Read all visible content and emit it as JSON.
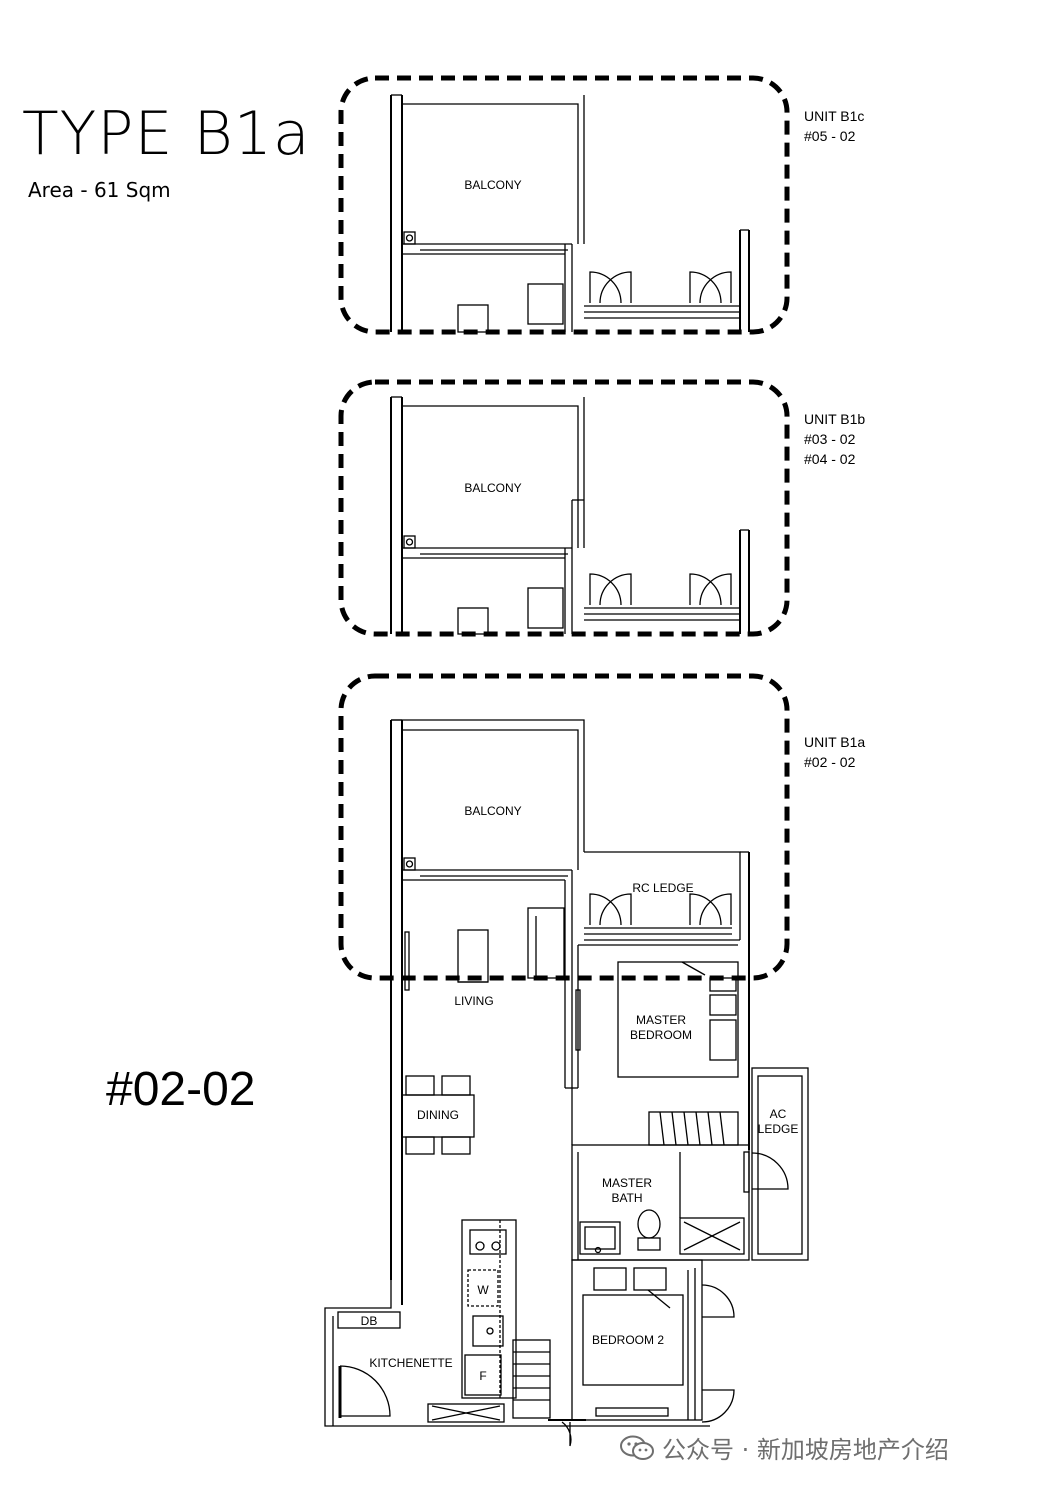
{
  "header": {
    "type_title": "TYPE B1a",
    "area": "Area - 61 Sqm"
  },
  "units": [
    {
      "label": "UNIT B1c",
      "numbers": [
        "#05 - 02"
      ]
    },
    {
      "label": "UNIT B1b",
      "numbers": [
        "#03 - 02",
        "#04 - 02"
      ]
    },
    {
      "label": "UNIT B1a",
      "numbers": [
        "#02 - 02"
      ]
    }
  ],
  "unit_number_big": "#02-02",
  "rooms": {
    "balcony": "BALCONY",
    "rc_ledge": "RC  LEDGE",
    "living": "LIVING",
    "master_bedroom_1": "MASTER",
    "master_bedroom_2": "BEDROOM",
    "dining": "DINING",
    "ac_ledge_1": "AC",
    "ac_ledge_2": "LEDGE",
    "master_bath_1": "MASTER",
    "master_bath_2": "BATH",
    "bedroom_2": "BEDROOM  2",
    "kitchenette": "KITCHENETTE",
    "db": "DB",
    "washer": "W",
    "fridge": "F"
  },
  "watermark": "公众号 · 新加坡房地产介绍",
  "colors": {
    "line": "#000000",
    "watermark": "#6f6f6f"
  }
}
